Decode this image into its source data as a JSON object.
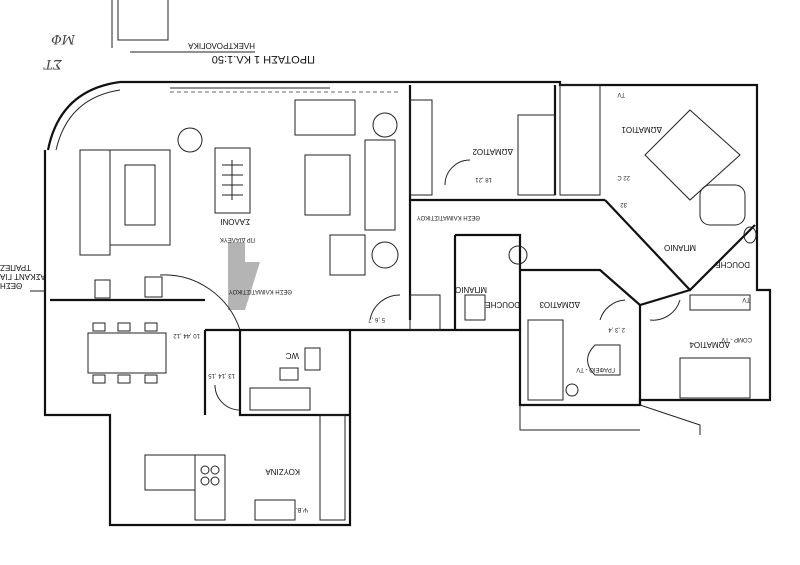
{
  "title": "ΠΡΟΤΑΣΗ 1 ΚΛ.1:50",
  "subtitle": "ΗΛΕΚΤΡΟΛΟΓΙΚΑ",
  "handwritten_notes": [
    "ΜΦ",
    "ΣΤ"
  ],
  "rooms": {
    "living": "ΣΑΛΟΝΙ",
    "kitchen": "ΚΟΥΖΙΝΑ",
    "wc": "WC",
    "bath_center": "ΜΠΑΝΙΟ",
    "douche_center": "DOUCHE",
    "room1": "ΔΩΜΑΤΙΟ1",
    "room2": "ΔΩΜΑΤΙΟ2",
    "room3": "ΔΩΜΑΤΙΟ3",
    "room4": "ΔΩΜΑΤΙΟ4",
    "bath_right": "ΜΠΑΝΙΟ",
    "douche_right": "DOUCHE"
  },
  "notes": {
    "ac_living": "ΘΕΣΗ ΚΛΙΜΑΤΙΣΤΙΚΟΥ",
    "ac_corridor": "ΘΕΣΗ ΚΛΙΜΑΤΙΣΤΙΚΟΥ",
    "fireplace": "ΠΡ ΔΙΑΛΕΥΚ",
    "table_note": "ΘΕΣΗ ΑΣΚΑΝΤ ΓΙΑ ΤΡΑΠΕΖ",
    "desk_note_3": "ΓΡΑΦΕΙΟ - TV",
    "desk_note_4": "COMP - TV",
    "tv_1": "TV",
    "tv_4": "TV",
    "outlet_1": "22 C",
    "outlet_2": "18 ,21",
    "outlet_3": "32",
    "outlet_4": "2 ,3 ,4",
    "outlet_5": "10 ,44 ,12",
    "outlet_6": "13 ,14 ,15",
    "outlet_7": "5 ,6 ,7",
    "kitchen_note": "Ψ.Β."
  },
  "colors": {
    "ink": "#111111",
    "ac_marker": "#b4b4b4"
  }
}
